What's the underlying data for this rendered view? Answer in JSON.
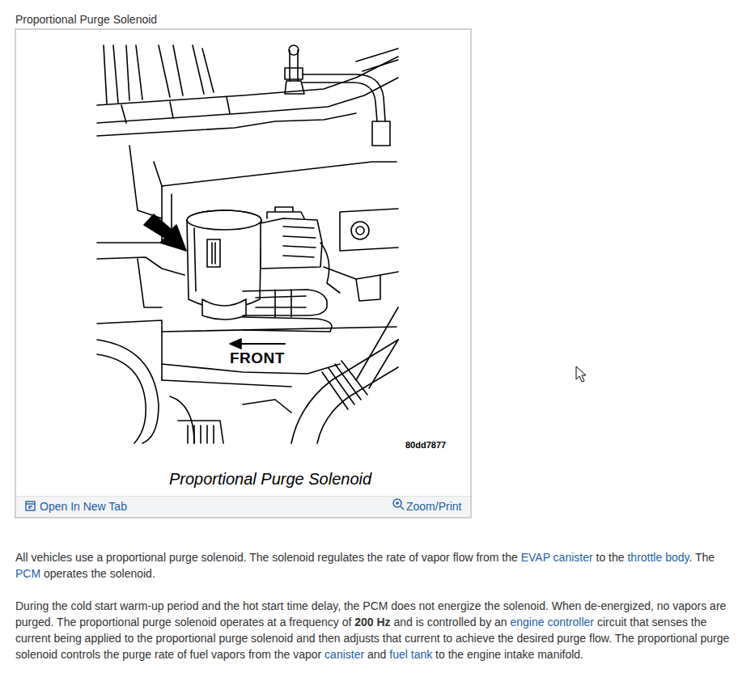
{
  "diagram": {
    "title": "Proportional Purge Solenoid",
    "caption": "Proportional Purge Solenoid",
    "labels": [
      "FRONT",
      "80dd7877",
      "Open In New Tab",
      "Zoom/Print",
      "All vehicles use a proportional purge solenoid. The solenoid regulates the rate of vapor flow from the ",
      "EVAP canister",
      " to the ",
      "throttle body",
      ". The ",
      "PCM",
      " operates the solenoid.",
      "During the cold start warm-up period and the hot start time delay, the PCM does not energize the solenoid. When de-energized, no vapors are purged. The proportional purge solenoid operates at a frequency of ",
      "200 Hz",
      " and is controlled by an ",
      "engine controller",
      " circuit that senses the current being applied to the proportional purge solenoid and then adjusts that current to achieve the desired purge flow. The proportional purge solenoid controls the purge rate of fuel vapors from the vapor ",
      "canister",
      " and ",
      "fuel tank",
      " to the engine intake manifold."
    ]
  }
}
